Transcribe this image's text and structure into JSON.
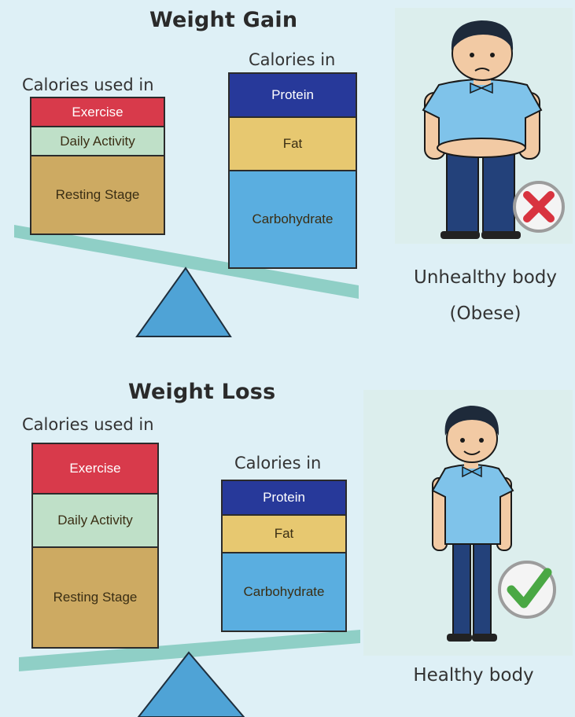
{
  "weight_gain": {
    "title": "Weight Gain",
    "used_label": "Calories used in",
    "in_label": "Calories in",
    "used_blocks": [
      {
        "label": "Exercise",
        "color": "#d83a4b"
      },
      {
        "label": "Daily Activity",
        "color": "#bfe0c8"
      },
      {
        "label": "Resting Stage",
        "color": "#cdaa62"
      }
    ],
    "in_blocks": [
      {
        "label": "Protein",
        "color": "#27399a"
      },
      {
        "label": "Fat",
        "color": "#e7c870"
      },
      {
        "label": "Carbohydrate",
        "color": "#5aaee0"
      }
    ],
    "caption_line1": "Unhealthy body",
    "caption_line2": "(Obese)",
    "status_icon": "cross-icon"
  },
  "weight_loss": {
    "title": "Weight Loss",
    "used_label": "Calories used in",
    "in_label": "Calories in",
    "used_blocks": [
      {
        "label": "Exercise",
        "color": "#d83a4b"
      },
      {
        "label": "Daily Activity",
        "color": "#bfe0c8"
      },
      {
        "label": "Resting Stage",
        "color": "#cdaa62"
      }
    ],
    "in_blocks": [
      {
        "label": "Protein",
        "color": "#27399a"
      },
      {
        "label": "Fat",
        "color": "#e7c870"
      },
      {
        "label": "Carbohydrate",
        "color": "#5aaee0"
      }
    ],
    "caption": "Healthy body",
    "status_icon": "check-icon"
  },
  "colors": {
    "background": "#def0f6",
    "beam": "#8fcfc6",
    "fulcrum": "#4fa3d6",
    "panel": "#dceeed"
  }
}
